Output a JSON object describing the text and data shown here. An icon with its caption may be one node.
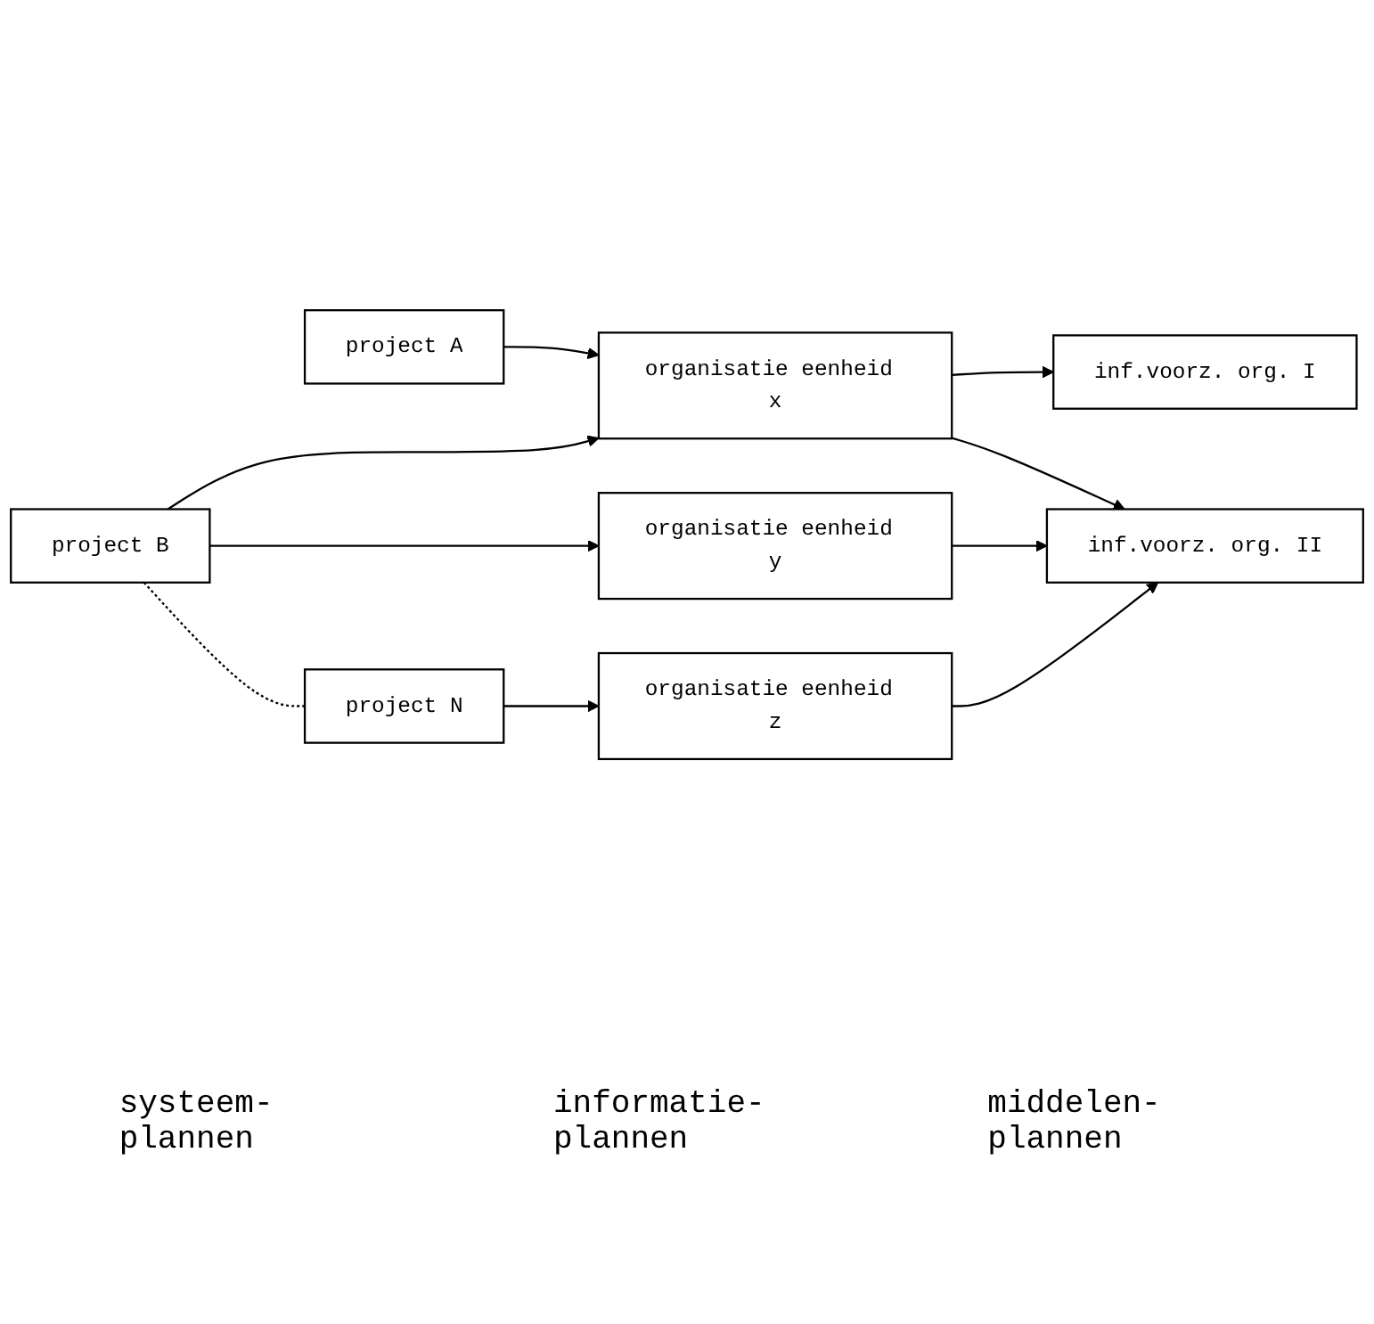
{
  "diagram": {
    "nodes": [
      {
        "text": [
          "project A"
        ]
      },
      {
        "text": [
          "project B"
        ]
      },
      {
        "text": [
          "project N"
        ]
      },
      {
        "text": [
          "organisatie eenheid x"
        ]
      },
      {
        "text": [
          "organisatie eenheid y"
        ]
      },
      {
        "text": [
          "organisatie eenheid z"
        ]
      },
      {
        "text": [
          "inf.voorz. org. I"
        ]
      },
      {
        "text": [
          "inf.voorz. org. II"
        ]
      }
    ],
    "edges": [
      {
        "from": 0,
        "to": 3,
        "arrow": "to"
      },
      {
        "from": 1,
        "to": 3,
        "arrow": "to"
      },
      {
        "from": 1,
        "to": 4,
        "arrow": "to"
      },
      {
        "from": 1,
        "to": 2,
        "arrow": "none",
        "style": "dashed"
      },
      {
        "from": 2,
        "to": 5,
        "arrow": "to"
      },
      {
        "from": 3,
        "to": 6,
        "arrow": "to"
      },
      {
        "from": 3,
        "to": 7,
        "arrow": "to"
      },
      {
        "from": 4,
        "to": 7,
        "arrow": "to"
      },
      {
        "from": 5,
        "to": 7,
        "arrow": "to"
      }
    ],
    "labels": [
      "systeem- plannen",
      "informatie- plannen",
      "middelen- plannen"
    ]
  }
}
